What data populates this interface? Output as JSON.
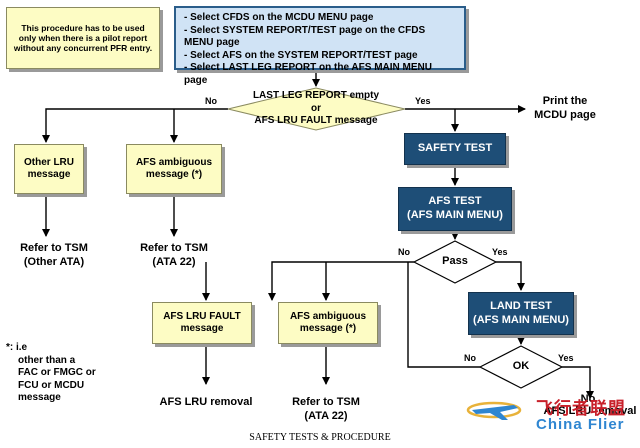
{
  "note": "This procedure has to be used only when there is a pilot report without any concurrent PFR entry.",
  "instructions": [
    "- Select CFDS on the MCDU MENU page",
    "- Select SYSTEM REPORT/TEST page on the CFDS MENU page",
    "- Select AFS on the SYSTEM REPORT/TEST page",
    "- Select LAST LEG REPORT on the AFS MAIN MENU page"
  ],
  "decision_last_leg": {
    "line1": "LAST LEG REPORT empty",
    "line2": "or",
    "line3": "AFS LRU FAULT message"
  },
  "branch_no": "No",
  "branch_yes": "Yes",
  "print_mcdu": {
    "line1": "Print the",
    "line2": "MCDU page"
  },
  "other_lru": {
    "line1": "Other LRU",
    "line2": "message"
  },
  "afs_ambiguous_left": {
    "line1": "AFS ambiguous",
    "line2": "message (*)"
  },
  "refer_tsm_other": {
    "line1": "Refer to TSM",
    "line2": "(Other ATA)"
  },
  "refer_tsm_ata22_left": {
    "line1": "Refer to TSM",
    "line2": "(ATA 22)"
  },
  "safety_test": "SAFETY TEST",
  "afs_test": {
    "line1": "AFS TEST",
    "line2": "(AFS MAIN MENU)"
  },
  "decision_pass": "Pass",
  "land_test": {
    "line1": "LAND TEST",
    "line2": "(AFS MAIN MENU)"
  },
  "afs_lru_fault": {
    "line1": "AFS LRU FAULT",
    "line2": "message"
  },
  "afs_ambiguous_mid": {
    "line1": "AFS ambiguous",
    "line2": "message (*)"
  },
  "decision_ok": "OK",
  "afs_lru_removal_left": "AFS LRU removal",
  "refer_tsm_ata22_mid": {
    "line1": "Refer to TSM",
    "line2": "(ATA 22)"
  },
  "final_no": "No",
  "afs_lru_removal_right": "AFS LRU removal",
  "footnote": [
    "*: i.e",
    "other than a",
    "FAC or FMGC or",
    "FCU or MCDU",
    "message"
  ],
  "caption": "SAFETY TESTS & PROCEDURE",
  "watermark_cn": "飞行者联盟",
  "watermark_en": "China Flier",
  "colors": {
    "note_fill": "#fdfcc4",
    "instr_fill": "#d0e3f5",
    "dark_box": "#1e4e77",
    "line": "#000000"
  }
}
